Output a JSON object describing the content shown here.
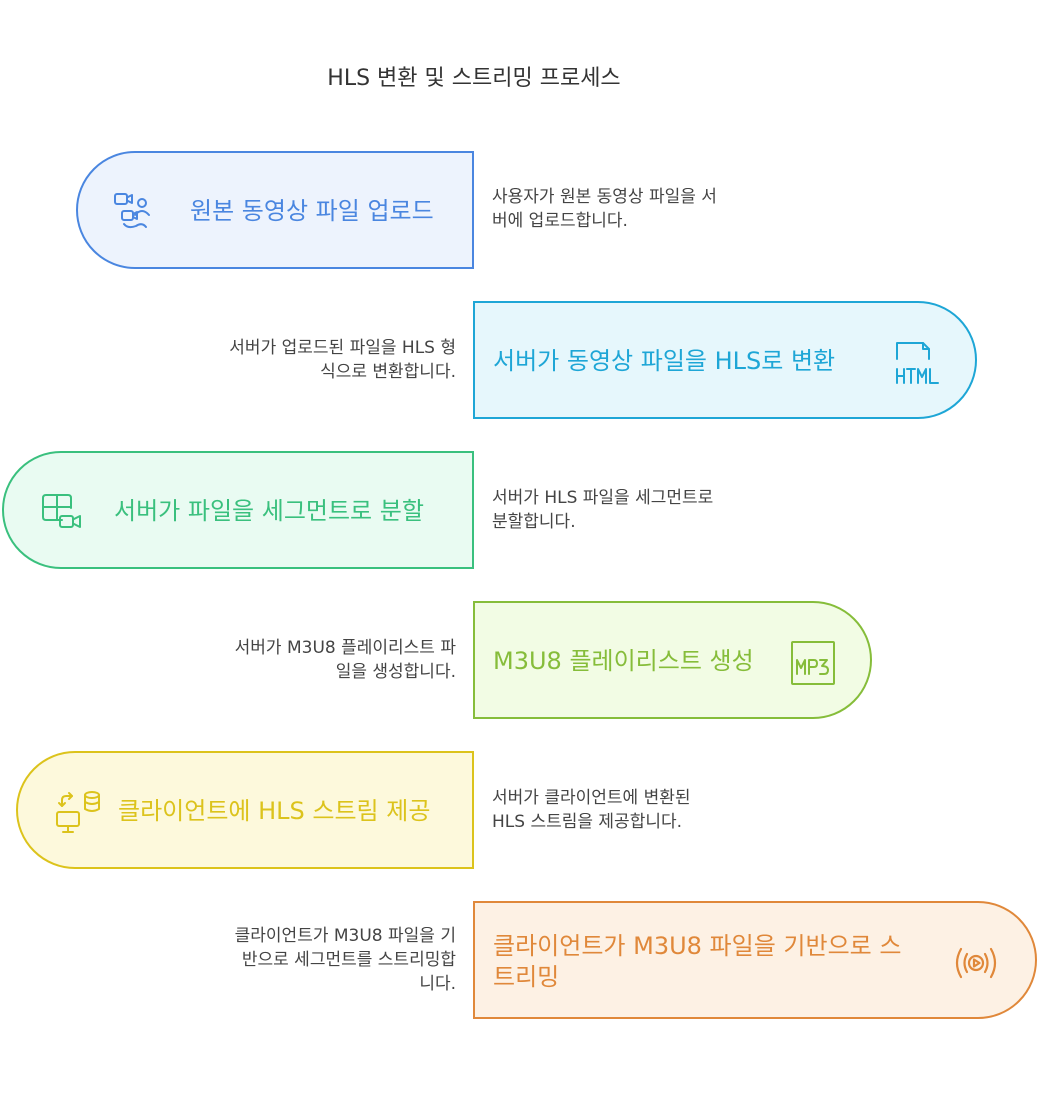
{
  "title": "HLS 변환 및 스트리밍 프로세스",
  "steps": [
    {
      "label": "원본 동영상 파일 업로드",
      "desc": [
        "사용자가 원본 동영상 파일을 서",
        "버에 업로드합니다."
      ],
      "icon": "video-user-icon",
      "color": "#4a86e0",
      "bg": "#edf3fd"
    },
    {
      "label": "서버가 동영상 파일을 HLS로 변환",
      "desc": [
        "서버가 업로드된 파일을 HLS 형",
        "식으로 변환합니다."
      ],
      "icon": "html-file-icon",
      "color": "#1ea6d6",
      "bg": "#e6f7fc"
    },
    {
      "label": "서버가 파일을 세그먼트로 분할",
      "desc": [
        "서버가 HLS 파일을 세그먼트로",
        "분할합니다."
      ],
      "icon": "video-segment-icon",
      "color": "#3ac07e",
      "bg": "#e9fbf2"
    },
    {
      "label": "M3U8 플레이리스트 생성",
      "desc": [
        "서버가 M3U8 플레이리스트 파",
        "일을 생성합니다."
      ],
      "icon": "mp3-file-icon",
      "color": "#86bd3a",
      "bg": "#f2fce4"
    },
    {
      "label": "클라이언트에 HLS 스트림 제공",
      "desc": [
        "서버가 클라이언트에 변환된",
        "HLS 스트림을 제공합니다."
      ],
      "icon": "client-server-icon",
      "color": "#dcc31c",
      "bg": "#fdf9dc"
    },
    {
      "label": [
        "클라이언트가 M3U8 파일을 기반으로 스",
        "트리밍"
      ],
      "desc": [
        "클라이언트가 M3U8 파일을 기",
        "반으로 세그먼트를 스트리밍합",
        "니다."
      ],
      "icon": "streaming-icon",
      "color": "#e0883a",
      "bg": "#fdf1e4"
    }
  ]
}
